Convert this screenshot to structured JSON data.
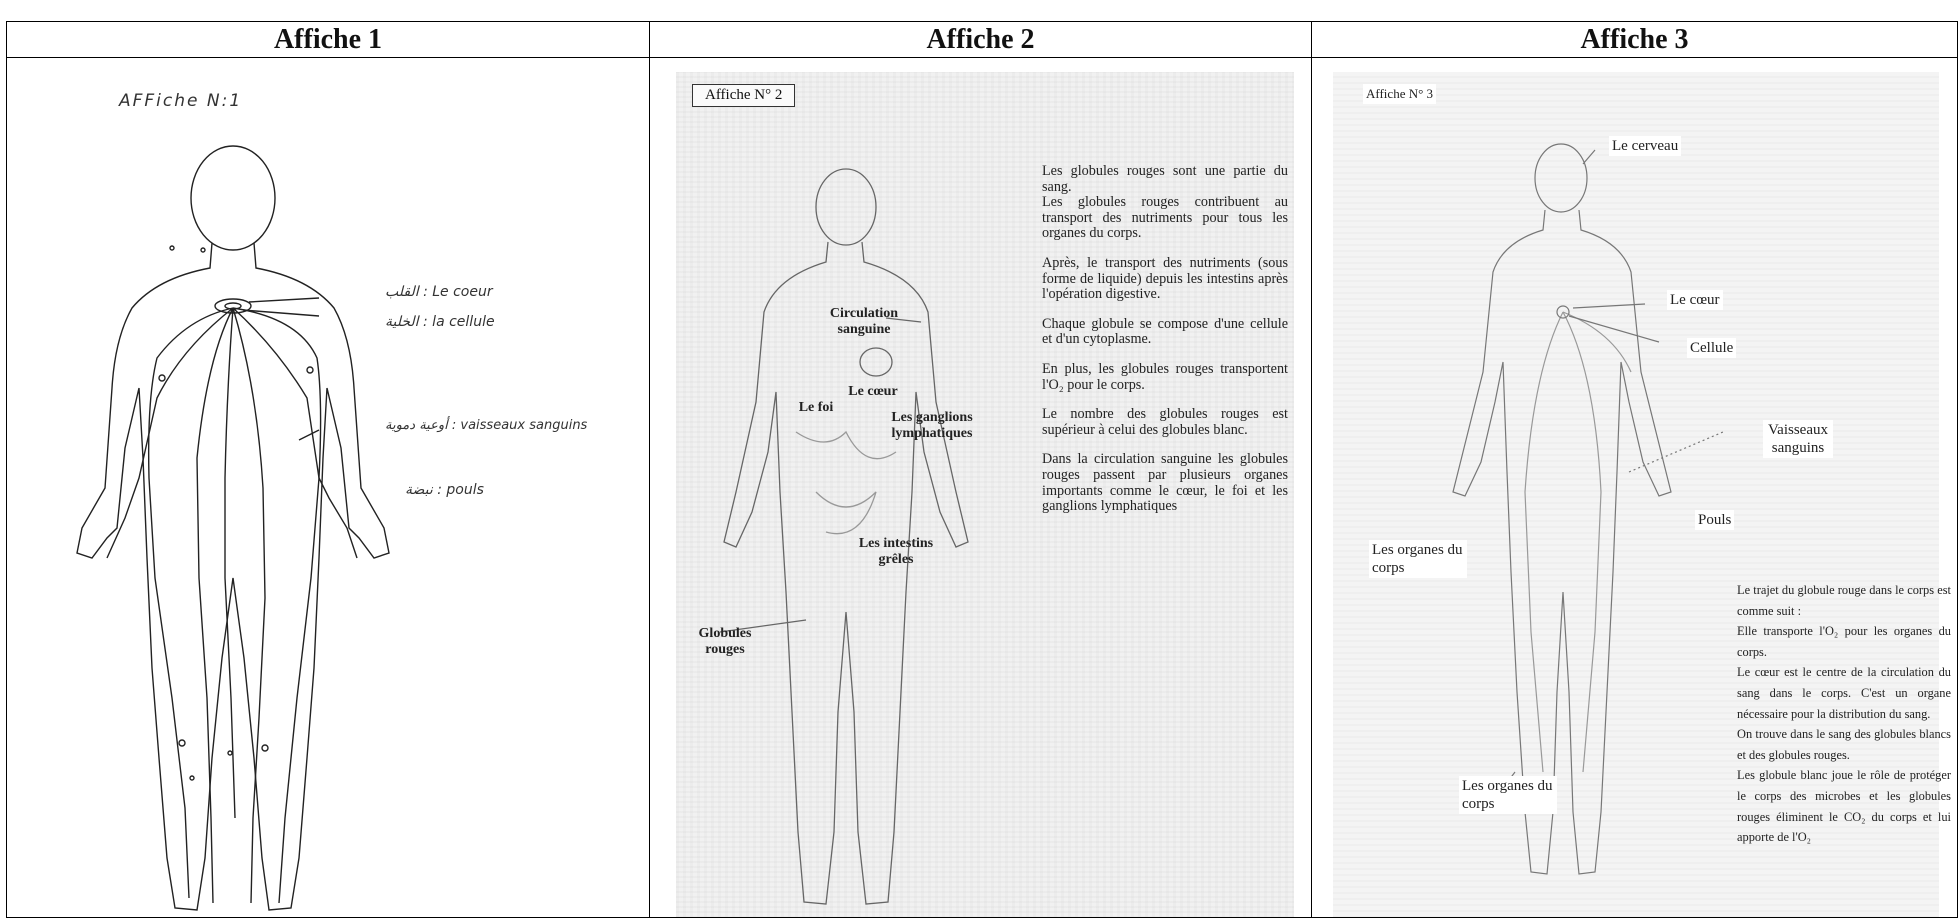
{
  "headers": [
    "Affiche 1",
    "Affiche 2",
    "Affiche 3"
  ],
  "poster1": {
    "title": "AFFiche N:1",
    "labels": [
      {
        "arabic": "القلب",
        "french": ": Le coeur"
      },
      {
        "arabic": "الخلية",
        "french": ": la cellule"
      },
      {
        "arabic": "أوعية دموية",
        "french": ": vaisseaux sanguins"
      },
      {
        "arabic": "نبضة",
        "french": ": pouls"
      }
    ]
  },
  "poster2": {
    "badge": "Affiche N° 2",
    "labels": {
      "circulation": "Circulation sanguine",
      "coeur": "Le cœur",
      "foie": "Le foi",
      "ganglions": "Les ganglions lymphatiques",
      "intestins": "Les intestins grêles",
      "globules": "Globules rouges"
    },
    "paragraphs": [
      "Les globules rouges sont une partie du sang.",
      "Les globules rouges contribuent au transport des nutriments pour tous les organes du corps.",
      "Après, le transport des nutriments (sous forme de liquide) depuis les intestins après l'opération digestive.",
      "Chaque globule se compose d'une cellule et d'un cytoplasme.",
      "En plus, les globules rouges transportent l'O₂ pour le corps.",
      "Le nombre des globules rouges est supérieur à celui des globules blanc.",
      "Dans la circulation sanguine les globules rouges passent par plusieurs organes importants comme le cœur, le foi et les ganglions lymphatiques"
    ]
  },
  "poster3": {
    "badge": "Affiche N° 3",
    "labels": {
      "cerveau": "Le cerveau",
      "coeur": "Le cœur",
      "cellule": "Cellule",
      "vaisseaux": "Vaisseaux sanguins",
      "pouls": "Pouls",
      "organes1": "Les organes du corps",
      "organes2": "Les organes du corps"
    },
    "paragraphs": [
      "Le trajet du globule rouge dans le corps est comme suit :",
      "Elle transporte l'O₂ pour les organes du corps.",
      "Le cœur est le centre de la circulation du sang dans le corps. C'est un organe nécessaire pour la distribution du sang.",
      "On trouve dans le sang des globules blancs et des globules rouges.",
      "Les globule blanc joue le rôle de protéger le corps des microbes et les globules rouges éliminent le CO₂ du corps et lui apporte de l'O₂"
    ]
  }
}
